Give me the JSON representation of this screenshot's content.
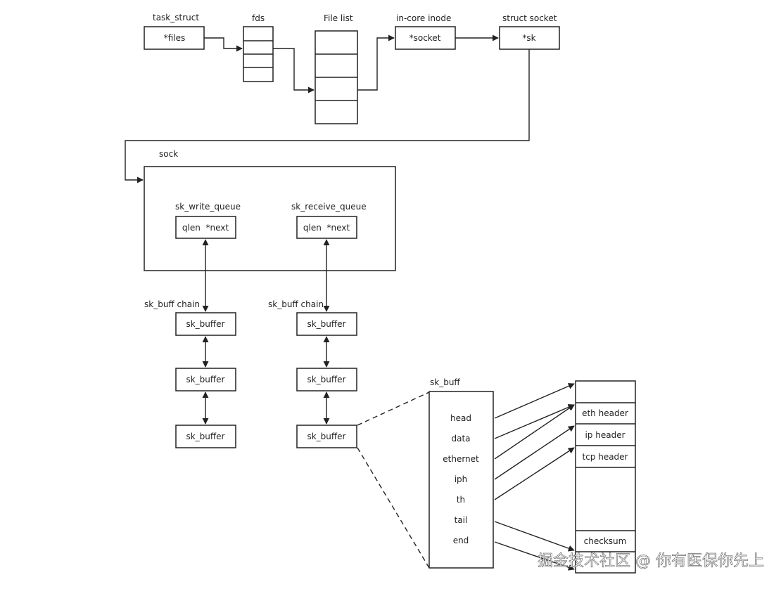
{
  "labels": {
    "task_struct": "task_struct",
    "fds": "fds",
    "file_list": "File list",
    "in_core_inode": "in-core inode",
    "struct_socket": "struct socket",
    "sock": "sock",
    "sk_write_queue": "sk_write_queue",
    "sk_receive_queue": "sk_receive_queue",
    "sk_buff_chain": "sk_buff chain",
    "sk_buff": "sk_buff"
  },
  "boxes": {
    "files": "*files",
    "socket": "*socket",
    "sk": "*sk",
    "write_queue_fields": "qlen  *next",
    "receive_queue_fields": "qlen  *next"
  },
  "write_chain": [
    "sk_buffer",
    "sk_buffer",
    "sk_buffer"
  ],
  "receive_chain": [
    "sk_buffer",
    "sk_buffer",
    "sk_buffer"
  ],
  "sk_buff_fields": [
    "head",
    "data",
    "ethernet",
    "iph",
    "th",
    "tail",
    "end"
  ],
  "packet_segments": [
    "",
    "eth header",
    "ip header",
    "tcp header",
    "",
    "checksum",
    ""
  ],
  "watermark": "掘金技术社区 @ 你有医保你先上"
}
